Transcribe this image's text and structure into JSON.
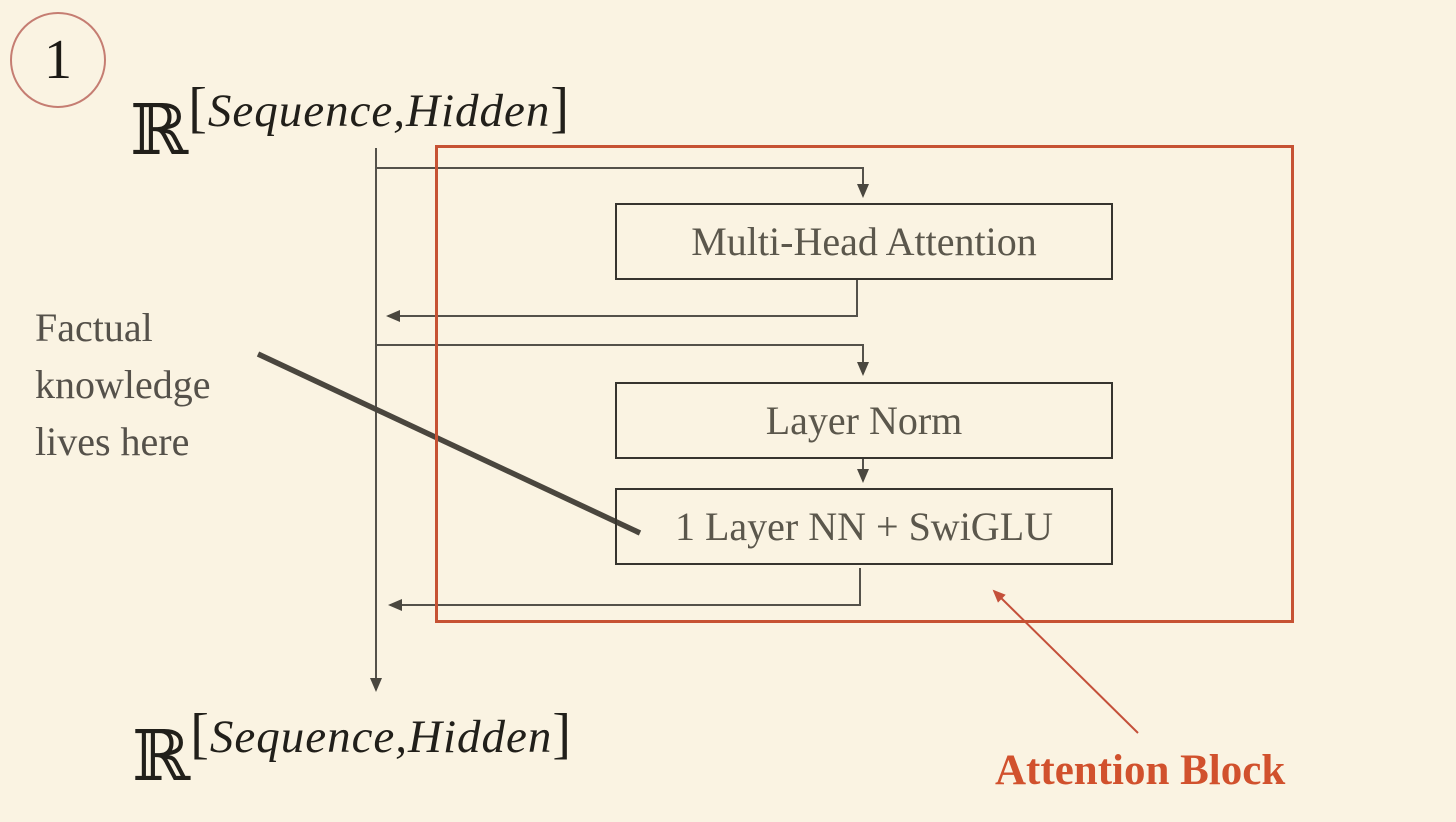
{
  "slide": {
    "step_badge": "1",
    "background_color": "#faf3e2"
  },
  "math": {
    "symbol": "ℝ",
    "open_bracket": "[",
    "dim_sequence": "Sequence",
    "comma": ",",
    "dim_hidden": "Hidden",
    "close_bracket": "]"
  },
  "blocks": [
    {
      "label": "Multi-Head Attention"
    },
    {
      "label": "Layer Norm"
    },
    {
      "label": "1 Layer NN + SwiGLU"
    }
  ],
  "annotations": {
    "factual_note_lines": [
      "Factual",
      "knowledge",
      "lives here"
    ],
    "attention_block_label": "Attention Block"
  },
  "colors": {
    "attention_outline": "#c65233",
    "attention_label": "#d1512d",
    "annotation_arrow": "#c4503a",
    "step_circle": "#c57d72",
    "connector_gray": "#54514a",
    "thick_pointer": "#4a463e",
    "box_border": "#36342e",
    "box_text": "#5b574c",
    "note_text": "#55514a",
    "math_text": "#211f1a"
  }
}
